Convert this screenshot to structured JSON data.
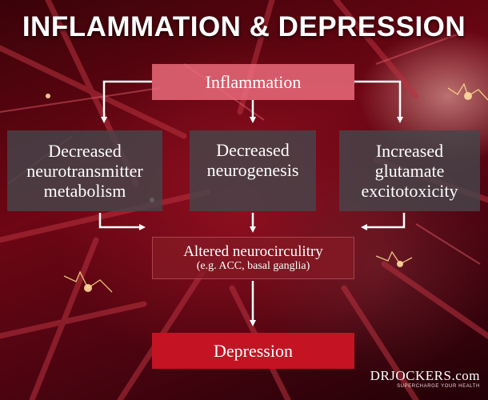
{
  "title": "INFLAMMATION & DEPRESSION",
  "nodes": {
    "inflammation": "Inflammation",
    "neurotransmitter": [
      "Decreased",
      "neurotransmitter",
      "metabolism"
    ],
    "neurogenesis": [
      "Decreased",
      "neurogenesis"
    ],
    "glutamate": [
      "Increased",
      "glutamate",
      "excitotoxicity"
    ],
    "neurocircuitry": "Altered neurocirculitry",
    "neurocircuitry_note": "(e.g. ACC, basal ganglia)",
    "depression": "Depression"
  },
  "logo": {
    "name": "DRJOCKERS.com",
    "tagline": "SUPERCHARGE YOUR HEALTH"
  },
  "colors": {
    "top_box": "#ee6e7e",
    "middle_boxes": "#46464a",
    "final_box": "#c41323",
    "arrows": "#ffffff"
  }
}
